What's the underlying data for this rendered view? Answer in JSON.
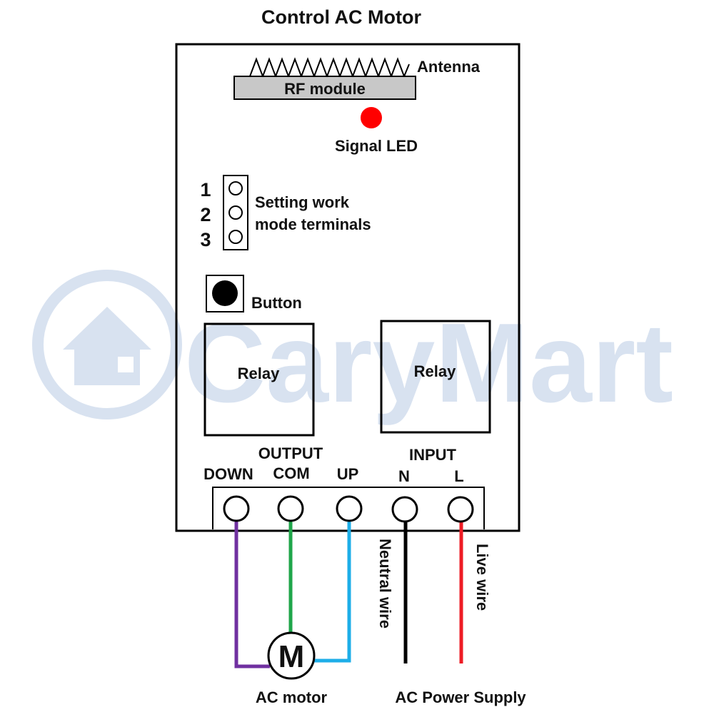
{
  "title": "Control AC Motor",
  "watermark": {
    "text": "CaryMart",
    "color": "#d8e2f0"
  },
  "board": {
    "antenna_label": "Antenna",
    "rf_module_label": "RF module",
    "signal_led_label": "Signal LED",
    "led_color": "#ff0000",
    "terminal_numbers": [
      "1",
      "2",
      "3"
    ],
    "work_mode_label_line1": "Setting work",
    "work_mode_label_line2": "mode terminals",
    "button_label": "Button",
    "relay_left_label": "Relay",
    "relay_right_label": "Relay"
  },
  "terminals": {
    "output_label": "OUTPUT",
    "input_label": "INPUT",
    "labels": [
      "DOWN",
      "COM",
      "UP",
      "N",
      "L"
    ]
  },
  "wires": {
    "down_color": "#7030a0",
    "com_color": "#1fa64a",
    "up_color": "#1eaee8",
    "neutral_color": "#000000",
    "live_color": "#ee1c25",
    "neutral_label": "Neutral wire",
    "live_label": "Live wire"
  },
  "motor": {
    "symbol": "M",
    "label": "AC motor"
  },
  "supply_label": "AC Power Supply"
}
